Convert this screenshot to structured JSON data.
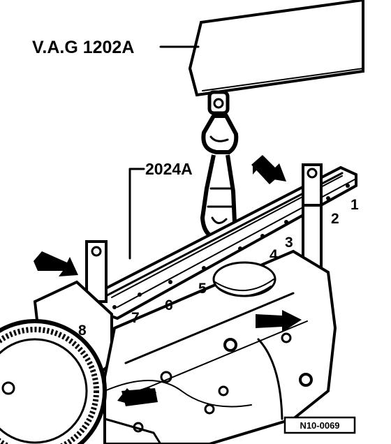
{
  "labels": {
    "lifting_device": "V.A.G 1202A",
    "support_bar": "2024A",
    "figure_ref": "N10-0069"
  },
  "hole_numbers": [
    "1",
    "2",
    "3",
    "4",
    "5",
    "6",
    "7",
    "8"
  ],
  "colors": {
    "ink": "#000000",
    "paper": "#ffffff"
  }
}
